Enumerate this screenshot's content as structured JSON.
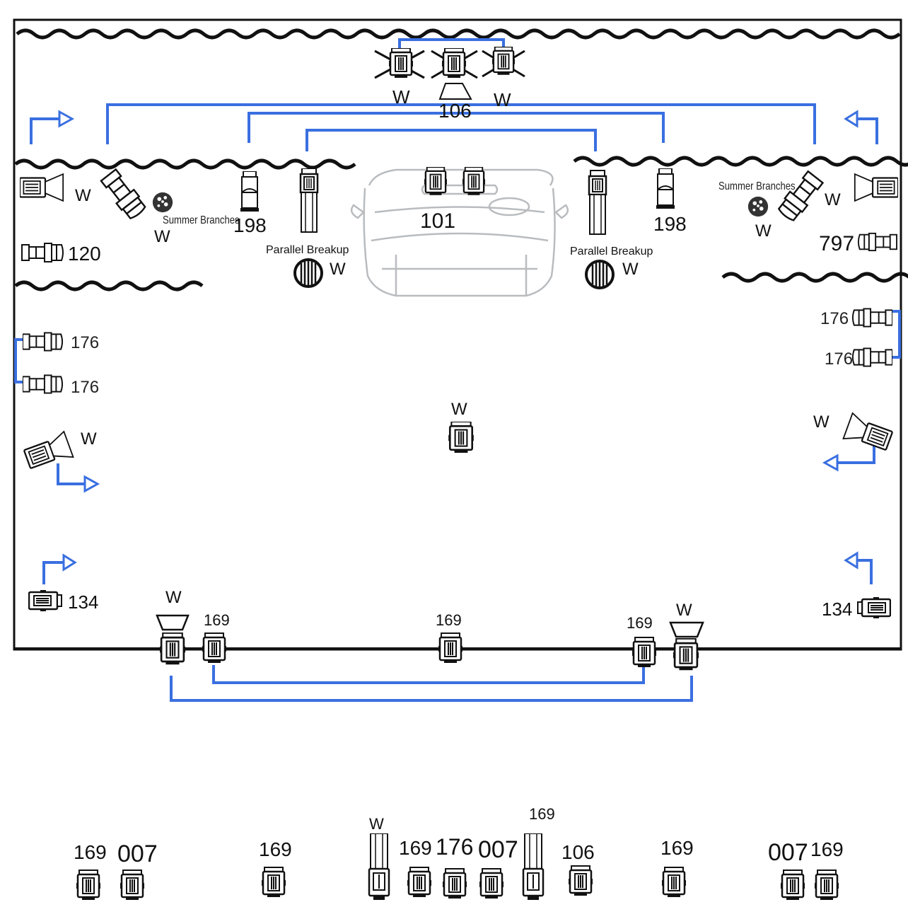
{
  "diagram": {
    "colors": {
      "cable": "#3a6fe0",
      "ink": "#111111",
      "car": "#b9bcbf"
    },
    "top": {
      "left_w": "W",
      "right_w": "W",
      "number": "106"
    },
    "car_label": "101",
    "summer_branches_left": "Summer Branches",
    "summer_branches_right": "Summer Branches",
    "breakup_left": "Parallel Breakup",
    "breakup_right": "Parallel Breakup",
    "l198": "198",
    "r198": "198",
    "w": "W",
    "l120": "120",
    "r797": "797",
    "num176": "176",
    "num134": "134",
    "num169": "169",
    "num007": "007",
    "num106": "106"
  }
}
